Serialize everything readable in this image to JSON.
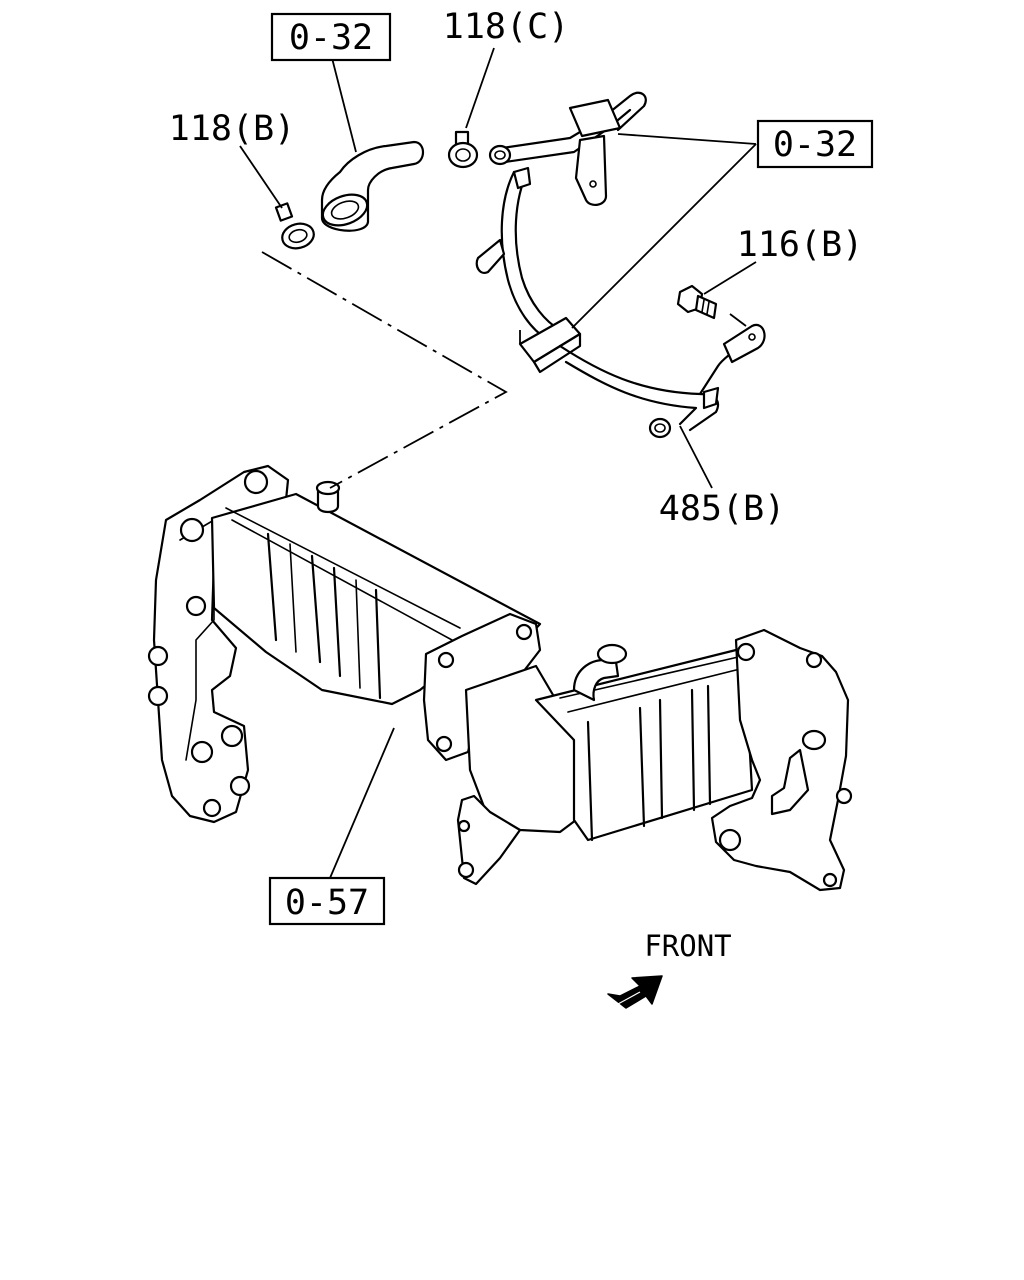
{
  "diagram": {
    "labels": {
      "hose_ref_top": "0-32",
      "clamp_b": "118(B)",
      "clamp_c": "118(C)",
      "pipe_ref_right": "0-32",
      "bolt": "116(B)",
      "water_pipe": "485(B)",
      "cooler_ref": "0-57",
      "front": "FRONT"
    },
    "icons": {
      "front_arrow": "arrow-icon"
    }
  }
}
